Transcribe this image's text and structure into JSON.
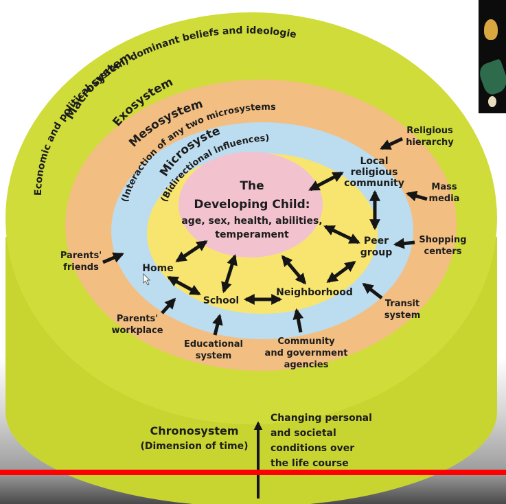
{
  "macrosystem": {
    "title": "Macrosystem",
    "subtitle": "Economic and political system, dominant beliefs and ideologies"
  },
  "exosystem": {
    "title": "Exosystem"
  },
  "mesosystem": {
    "title": "Mesosystem",
    "subtitle": "(Interaction of any two microsystems)"
  },
  "microsystem": {
    "title": "Microsystem",
    "subtitle": "(Bidirectional influences)"
  },
  "child": {
    "line1": "The",
    "line2": "Developing Child:",
    "line3": "age, sex, health, abilities,",
    "line4": "temperament"
  },
  "micro_nodes": {
    "home": "Home",
    "school": "School",
    "neighborhood": "Neighborhood",
    "peer_line1": "Peer",
    "peer_line2": "group",
    "religious_line1": "Local",
    "religious_line2": "religious",
    "religious_line3": "community"
  },
  "exo_labels": {
    "parents_friends_1": "Parents'",
    "parents_friends_2": "friends",
    "parents_workplace_1": "Parents'",
    "parents_workplace_2": "workplace",
    "educational_1": "Educational",
    "educational_2": "system",
    "community_1": "Community",
    "community_2": "and government",
    "community_3": "agencies",
    "transit_1": "Transit",
    "transit_2": "system",
    "shopping_1": "Shopping",
    "shopping_2": "centers",
    "mass_media_1": "Mass",
    "mass_media_2": "media",
    "religious_hierarchy_1": "Religious",
    "religious_hierarchy_2": "hierarchy"
  },
  "chronosystem": {
    "title": "Chronosystem",
    "subtitle": "(Dimension of time)",
    "desc1": "Changing personal",
    "desc2": "and societal",
    "desc3": "conditions over",
    "desc4": "the life course"
  },
  "colors": {
    "macro": "#cfdc3a",
    "exo": "#f2be82",
    "meso": "#bcdcef",
    "micro": "#f8e570",
    "child": "#f3c2cf",
    "red_line": "#ff0000"
  }
}
